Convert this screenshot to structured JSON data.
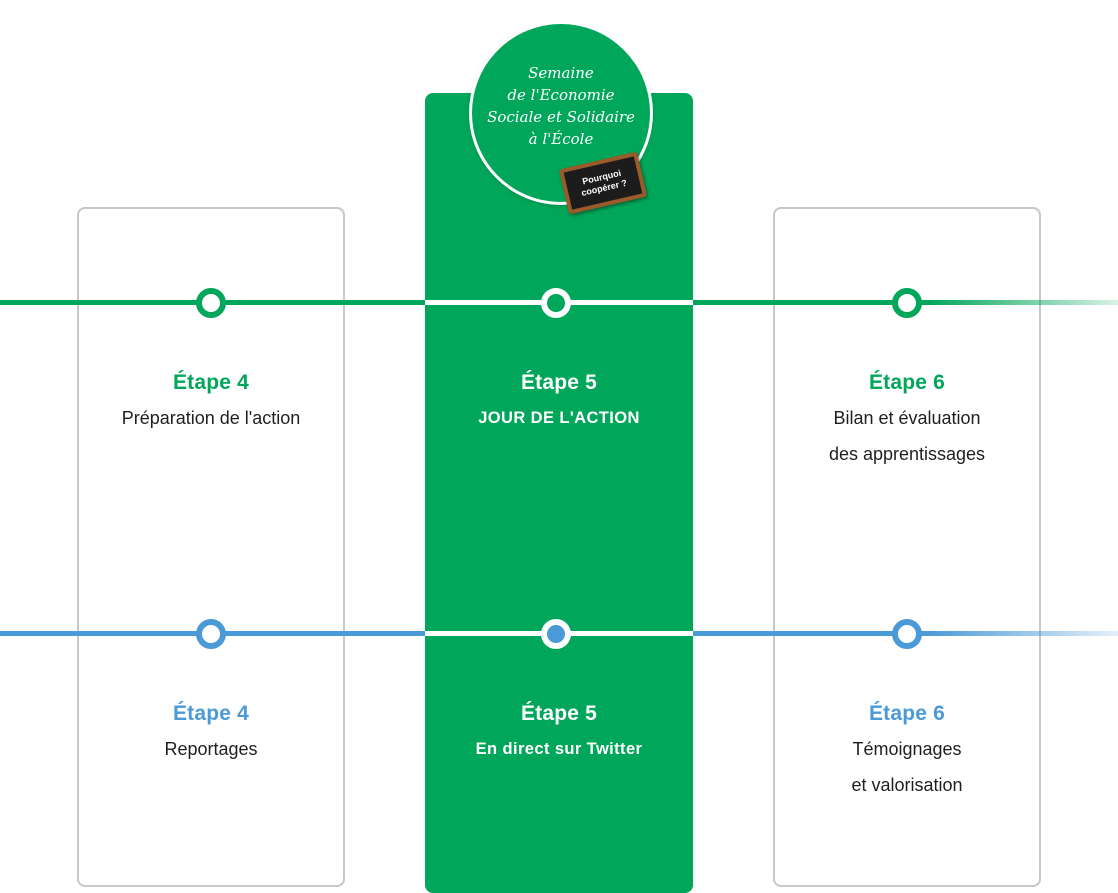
{
  "badge": {
    "lines": [
      "Semaine",
      "de l'Economie",
      "Sociale et Solidaire",
      "à l'École"
    ],
    "chalkboard": [
      "Pourquoi",
      "coopérer ?"
    ]
  },
  "colors": {
    "green": "#00a659",
    "blue": "#4b9ad8",
    "card_border": "#c8c8c8"
  },
  "track_green": {
    "steps": [
      {
        "title": "Étape 4",
        "desc": [
          "Préparation de l'action"
        ]
      },
      {
        "title": "Étape 5",
        "desc": [
          "JOUR DE L'ACTION"
        ]
      },
      {
        "title": "Étape 6",
        "desc": [
          "Bilan et évaluation",
          "des apprentissages"
        ]
      }
    ]
  },
  "track_blue": {
    "steps": [
      {
        "title": "Étape 4",
        "desc": [
          "Reportages"
        ]
      },
      {
        "title": "Étape 5",
        "desc": [
          "En direct sur Twitter"
        ]
      },
      {
        "title": "Étape 6",
        "desc": [
          "Témoignages",
          "et valorisation"
        ]
      }
    ]
  }
}
